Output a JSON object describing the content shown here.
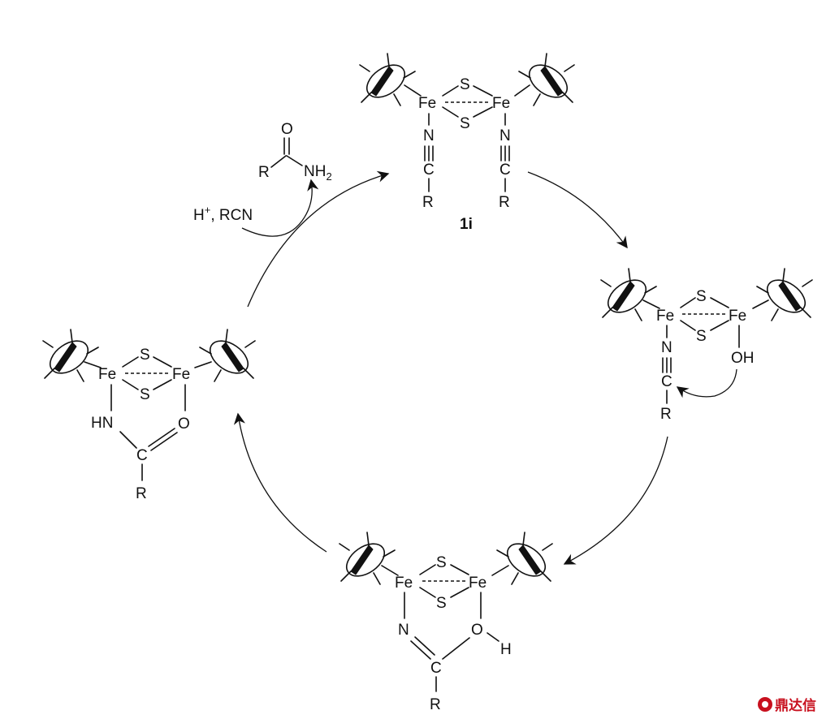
{
  "labels": {
    "fe": "Fe",
    "s": "S",
    "n": "N",
    "c": "C",
    "r": "R",
    "o": "O",
    "oh": "OH",
    "h": "H",
    "hn": "HN",
    "nh": "NH",
    "nh_sub": "2",
    "h_plus_sup": "+",
    "reagent_rest": ", RCN",
    "compound": "1i"
  },
  "logo": {
    "text": "鼎达信"
  },
  "colors": {
    "ink": "#111111",
    "logo": "#c8101e"
  }
}
